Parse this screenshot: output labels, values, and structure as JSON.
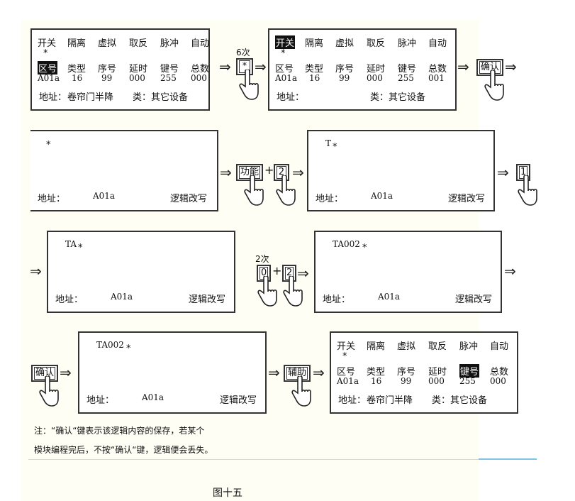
{
  "screens": [
    {
      "type": "menu",
      "top": [
        "开关",
        "隔离",
        "虚拟",
        "取反",
        "脉冲",
        "自动"
      ],
      "top_highlight": -1,
      "star": "*",
      "bottom": [
        "区号",
        "类型",
        "序号",
        "延时",
        "键号",
        "总数"
      ],
      "bottom_highlight": 0,
      "values": [
        "A01a",
        "16",
        "99",
        "000",
        "255",
        "000"
      ],
      "address_label": "地址：",
      "address": "卷帘门半降",
      "category": "类：其它设备"
    },
    {
      "type": "menu",
      "top": [
        "开关",
        "隔离",
        "虚拟",
        "取反",
        "脉冲",
        "自动"
      ],
      "top_highlight": 0,
      "star": "*",
      "bottom": [
        "区号",
        "类型",
        "序号",
        "延时",
        "键号",
        "总数"
      ],
      "bottom_highlight": -1,
      "values": [
        "A01a",
        "16",
        "99",
        "000",
        "255",
        "001"
      ],
      "address_label": "地址：",
      "address": "",
      "category": "类：其它设备"
    },
    {
      "type": "logic",
      "text": "",
      "star": "*",
      "address_label": "地址：",
      "zone": "A01a",
      "mode": "逻辑改写"
    },
    {
      "type": "logic",
      "text": "T",
      "star": "*",
      "address_label": "地址：",
      "zone": "A01a",
      "mode": "逻辑改写"
    },
    {
      "type": "logic",
      "text": "TA",
      "star": "*",
      "address_label": "地址：",
      "zone": "A01a",
      "mode": "逻辑改写"
    },
    {
      "type": "logic",
      "text": "TA002",
      "star": "*",
      "address_label": "地址：",
      "zone": "A01a",
      "mode": "逻辑改写"
    },
    {
      "type": "logic",
      "text": "TA002",
      "star": "*",
      "address_label": "地址：",
      "zone": "A01a",
      "mode": "逻辑改写"
    },
    {
      "type": "menu",
      "top": [
        "开关",
        "隔离",
        "虚拟",
        "取反",
        "脉冲",
        "自动"
      ],
      "top_highlight": -1,
      "star": "*",
      "bottom": [
        "区号",
        "类型",
        "序号",
        "延时",
        "键号",
        "总数"
      ],
      "bottom_highlight": 4,
      "values": [
        "A01a",
        "16",
        "99",
        "000",
        "255",
        "000"
      ],
      "address_label": "地址：",
      "address": "卷帘门半降",
      "category": "类：其它设备"
    }
  ],
  "keys": [
    {
      "label": "*",
      "count": "6次"
    },
    {
      "label": "确认",
      "count": ""
    },
    {
      "label": "功能",
      "count": ""
    },
    {
      "label": "2",
      "count": ""
    },
    {
      "label": "1",
      "count": ""
    },
    {
      "label": "0",
      "count": "2次"
    },
    {
      "label": "2",
      "count": ""
    },
    {
      "label": "确认",
      "count": ""
    },
    {
      "label": "辅助",
      "count": ""
    }
  ],
  "plus_sign": "+",
  "arrow": "⇒",
  "note": {
    "line1": "注：“确认“键表示该逻辑内容的保存，若某个",
    "line2": "模块编程完后，不按“确认“键，逻辑便会丢失。"
  },
  "caption": "图十五"
}
